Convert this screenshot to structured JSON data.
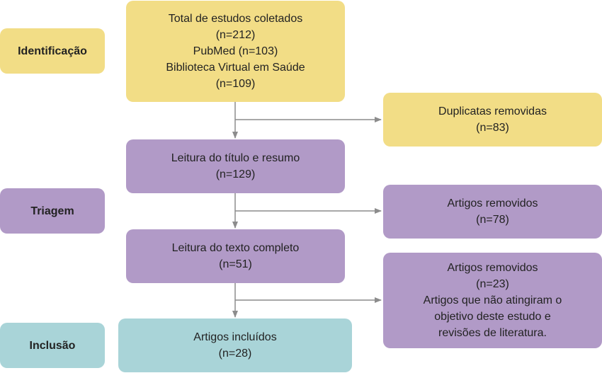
{
  "stages": {
    "identification": "Identificação",
    "screening": "Triagem",
    "inclusion": "Inclusão"
  },
  "boxes": {
    "total": [
      "Total de estudos coletados",
      "(n=212)",
      "PubMed (n=103)",
      "Biblioteca Virtual em Saúde",
      "(n=109)"
    ],
    "duplicates": [
      "Duplicatas removidas",
      "(n=83)"
    ],
    "title_abstract": [
      "Leitura do título e resumo",
      "(n=129)"
    ],
    "removed_1": [
      "Artigos removidos",
      "(n=78)"
    ],
    "full_text": [
      "Leitura do texto completo",
      "(n=51)"
    ],
    "removed_2": [
      "Artigos removidos",
      "(n=23)",
      "Artigos que não atingiram o",
      "objetivo deste estudo e",
      "revisões de literatura."
    ],
    "included": [
      "Artigos incluídos",
      "(n=28)"
    ]
  },
  "colors": {
    "identification": "#f2dd86",
    "screening": "#b19ac7",
    "inclusion": "#a9d4d8",
    "arrow": "#8c8c8c"
  }
}
